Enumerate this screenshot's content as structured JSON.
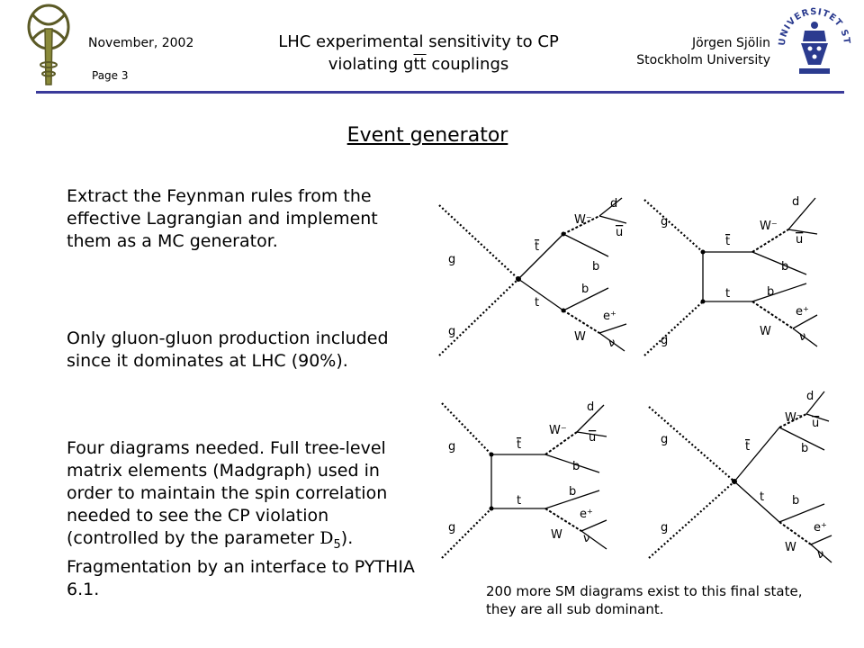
{
  "header": {
    "date": "November, 2002",
    "page": "Page 3",
    "title_line1": "LHC experimental sensitivity to CP",
    "title_line2_prefix": "violating g",
    "title_line2_tt": "tt",
    "title_line2_suffix": " couplings",
    "author": "Jörgen Sjölin",
    "institution": "Stockholm University",
    "seal_text": "UNIVERSITET STOCKHOLMS",
    "rule_color": "#3a3a9a"
  },
  "slide": {
    "heading": "Event generator",
    "paragraphs": [
      "Extract the Feynman rules from the effective Lagrangian and implement them as a MC generator.",
      "Only gluon-gluon production included since it dominates at LHC (90%)."
    ],
    "paragraph3_before": "Four diagrams needed. Full tree-level matrix elements (Madgraph) used in order to maintain the spin correlation needed to see the CP violation (controlled by the parameter ",
    "paragraph3_symbol": "D",
    "paragraph3_sub": "5",
    "paragraph3_after": "). Fragmentation by an interface to PYTHIA 6.1.",
    "caption": "200 more SM diagrams exist to this final state, they are all sub dominant."
  },
  "diagram_labels": {
    "g": "g",
    "t": "t",
    "tbar": "t",
    "w_minus": "W⁻",
    "w": "W",
    "b": "b",
    "d": "d",
    "ubar": "u",
    "e_plus": "e⁺",
    "nu": "ν"
  }
}
